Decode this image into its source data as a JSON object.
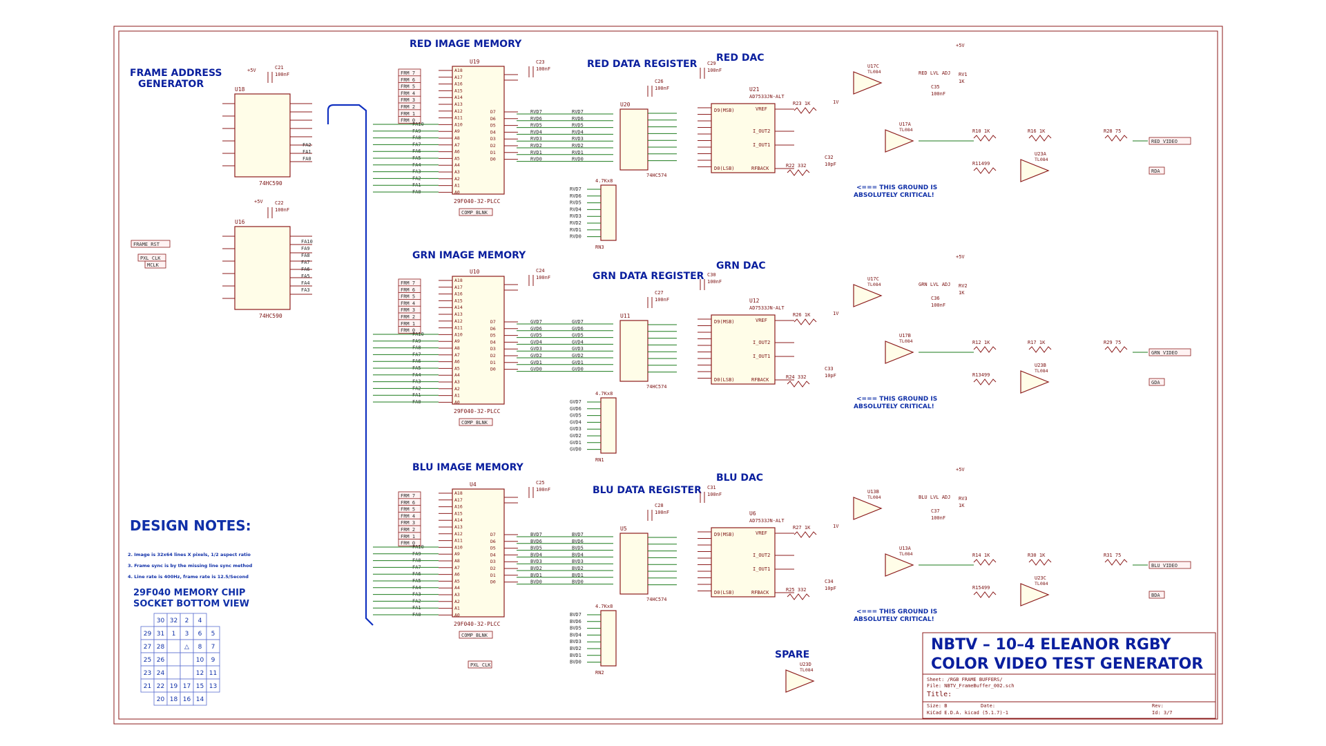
{
  "titles": {
    "frame_addr_1": "FRAME ADDRESS",
    "frame_addr_2": "GENERATOR",
    "red_mem": "RED IMAGE MEMORY",
    "grn_mem": "GRN IMAGE MEMORY",
    "blu_mem": "BLU IMAGE MEMORY",
    "red_reg": "RED DATA REGISTER",
    "grn_reg": "GRN DATA REGISTER",
    "blu_reg": "BLU DATA REGISTER",
    "red_dac": "RED DAC",
    "grn_dac": "GRN DAC",
    "blu_dac": "BLU DAC",
    "spare": "SPARE"
  },
  "notes": {
    "heading": "DESIGN NOTES:",
    "lines": [
      "2. Image is 32x64 lines X pixels, 1/2 aspect ratio",
      "3. Frame sync is by the missing line sync method",
      "4. Line rate is 400Hz, frame rate is 12.5/Second"
    ]
  },
  "socket": {
    "title1": "29F040 MEMORY CHIP",
    "title2": "SOCKET BOTTOM VIEW",
    "rows": [
      [
        "",
        "30",
        "32",
        "2",
        "4",
        ""
      ],
      [
        "29",
        "31",
        "1",
        "3",
        "6",
        "5"
      ],
      [
        "27",
        "28",
        "",
        "△",
        "8",
        "7"
      ],
      [
        "25",
        "26",
        "",
        "",
        "10",
        "9"
      ],
      [
        "23",
        "24",
        "",
        "",
        "12",
        "11"
      ],
      [
        "21",
        "22",
        "19",
        "17",
        "15",
        "13"
      ],
      [
        "",
        "20",
        "18",
        "16",
        "14",
        ""
      ]
    ]
  },
  "ground_note": {
    "line1": "<=== THIS GROUND IS",
    "line2": "ABSOLUTELY CRITICAL!"
  },
  "title_block": {
    "main1": "NBTV – 10–4 ELEANOR RGBY",
    "main2": "COLOR VIDEO TEST GENERATOR",
    "sheet": "Sheet: /RGB FRAME BUFFERS/",
    "file": "File: NBTV_FrameBuffer_002.sch",
    "title_label": "Title:",
    "size": "Size: B",
    "date": "Date:",
    "rev": "Rev:",
    "kicad": "KiCad E.D.A.  kicad (5.1.7)-1",
    "id": "Id: 3/7"
  },
  "chips": {
    "u18": "U18",
    "u18_part": "74HC590",
    "u16": "U16",
    "u16_part": "74HC590",
    "u19": "U19",
    "u10": "U10",
    "u4": "U4",
    "mem_part": "29F040-32-PLCC",
    "u20": "U20",
    "u11": "U11",
    "u5": "U5",
    "reg_part": "74HC574",
    "u21": "U21",
    "u12": "U12",
    "u6": "U6",
    "dac_part": "AD7533JN-ALT",
    "u17a": "U17A",
    "u17b": "U17B",
    "u17c": "U17C",
    "u23a": "U23A",
    "u23b": "U23B",
    "u23c": "U23C",
    "u13a": "U13A",
    "u13b": "U13B",
    "u23d": "U23D",
    "opamp_part": "TL084"
  },
  "nets": {
    "frame_rst": "FRAME_RST",
    "pxl_clk": "PXL_CLK",
    "mclk": "MCLK",
    "comp_blnk": "COMP_BLNK",
    "red_video": "RED_VIDEO",
    "grn_video": "GRN_VIDEO",
    "blu_video": "BLU_VIDEO",
    "rda": "RDA",
    "gda": "GDA",
    "bda": "BDA",
    "frm": [
      "FRM_7",
      "FRM_6",
      "FRM_5",
      "FRM_4",
      "FRM_3",
      "FRM_2",
      "FRM_1",
      "FRM_0"
    ],
    "fa": [
      "FA10",
      "FA9",
      "FA8",
      "FA7",
      "FA6",
      "FA5",
      "FA4",
      "FA3",
      "FA2",
      "FA1",
      "FA0"
    ],
    "rvd": [
      "RVD7",
      "RVD6",
      "RVD5",
      "RVD4",
      "RVD3",
      "RVD2",
      "RVD1",
      "RVD0"
    ],
    "gvd": [
      "GVD7",
      "GVD6",
      "GVD5",
      "GVD4",
      "GVD3",
      "GVD2",
      "GVD1",
      "GVD0"
    ],
    "bvd": [
      "BVD7",
      "BVD6",
      "BVD5",
      "BVD4",
      "BVD3",
      "BVD2",
      "BVD1",
      "BVD0"
    ],
    "addr": [
      "A18",
      "A17",
      "A16",
      "A15",
      "A14",
      "A13",
      "A12",
      "A11",
      "A10",
      "A9",
      "A8",
      "A7",
      "A6",
      "A5",
      "A4",
      "A3",
      "A2",
      "A1",
      "A0"
    ],
    "dpins": [
      "D7",
      "D6",
      "D5",
      "D4",
      "D3",
      "D2",
      "D1",
      "D0"
    ]
  },
  "components": {
    "c21": "C21",
    "c22": "C22",
    "c23": "C23",
    "c24": "C24",
    "c25": "C25",
    "c26": "C26",
    "c27": "C27",
    "c28": "C28",
    "c29": "C29",
    "c30": "C30",
    "c31": "C31",
    "c32": "C32",
    "c33": "C33",
    "c34": "C34",
    "c35": "C35",
    "c36": "C36",
    "c37": "C37",
    "cap_100nf": "100nF",
    "cap_10pf": "10pF",
    "rn1": "RN1",
    "rn2": "RN2",
    "rn3": "RN3",
    "rn_val": "4.7Kx8",
    "r23": "R23 1K",
    "r22": "R22 332",
    "r10": "R10 1K",
    "r16": "R16 1K",
    "r28": "R28 75",
    "r11": "R11499",
    "r26": "R26 1K",
    "r24": "R24 332",
    "r12": "R12 1K",
    "r17": "R17 1K",
    "r29": "R29 75",
    "r13": "R13499",
    "r27": "R27 1K",
    "r25": "R25 332",
    "r14": "R14 1K",
    "r30": "R30 1K",
    "r31": "R31 75",
    "r15": "R15499",
    "rv1": "RV1",
    "rv2": "RV2",
    "rv3": "RV3",
    "rv_val": "1K",
    "red_lvl": "RED LVL ADJ",
    "grn_lvl": "GRN LVL ADJ",
    "blu_lvl": "BLU LVL ADJ",
    "plus5": "+5V",
    "one_v": "1V",
    "vref": "VREF",
    "iout1": "I_OUT1",
    "iout2": "I_OUT2",
    "rfback": "RFBACK",
    "d9": "D9(MSB)",
    "d0": "D0(LSB)"
  }
}
